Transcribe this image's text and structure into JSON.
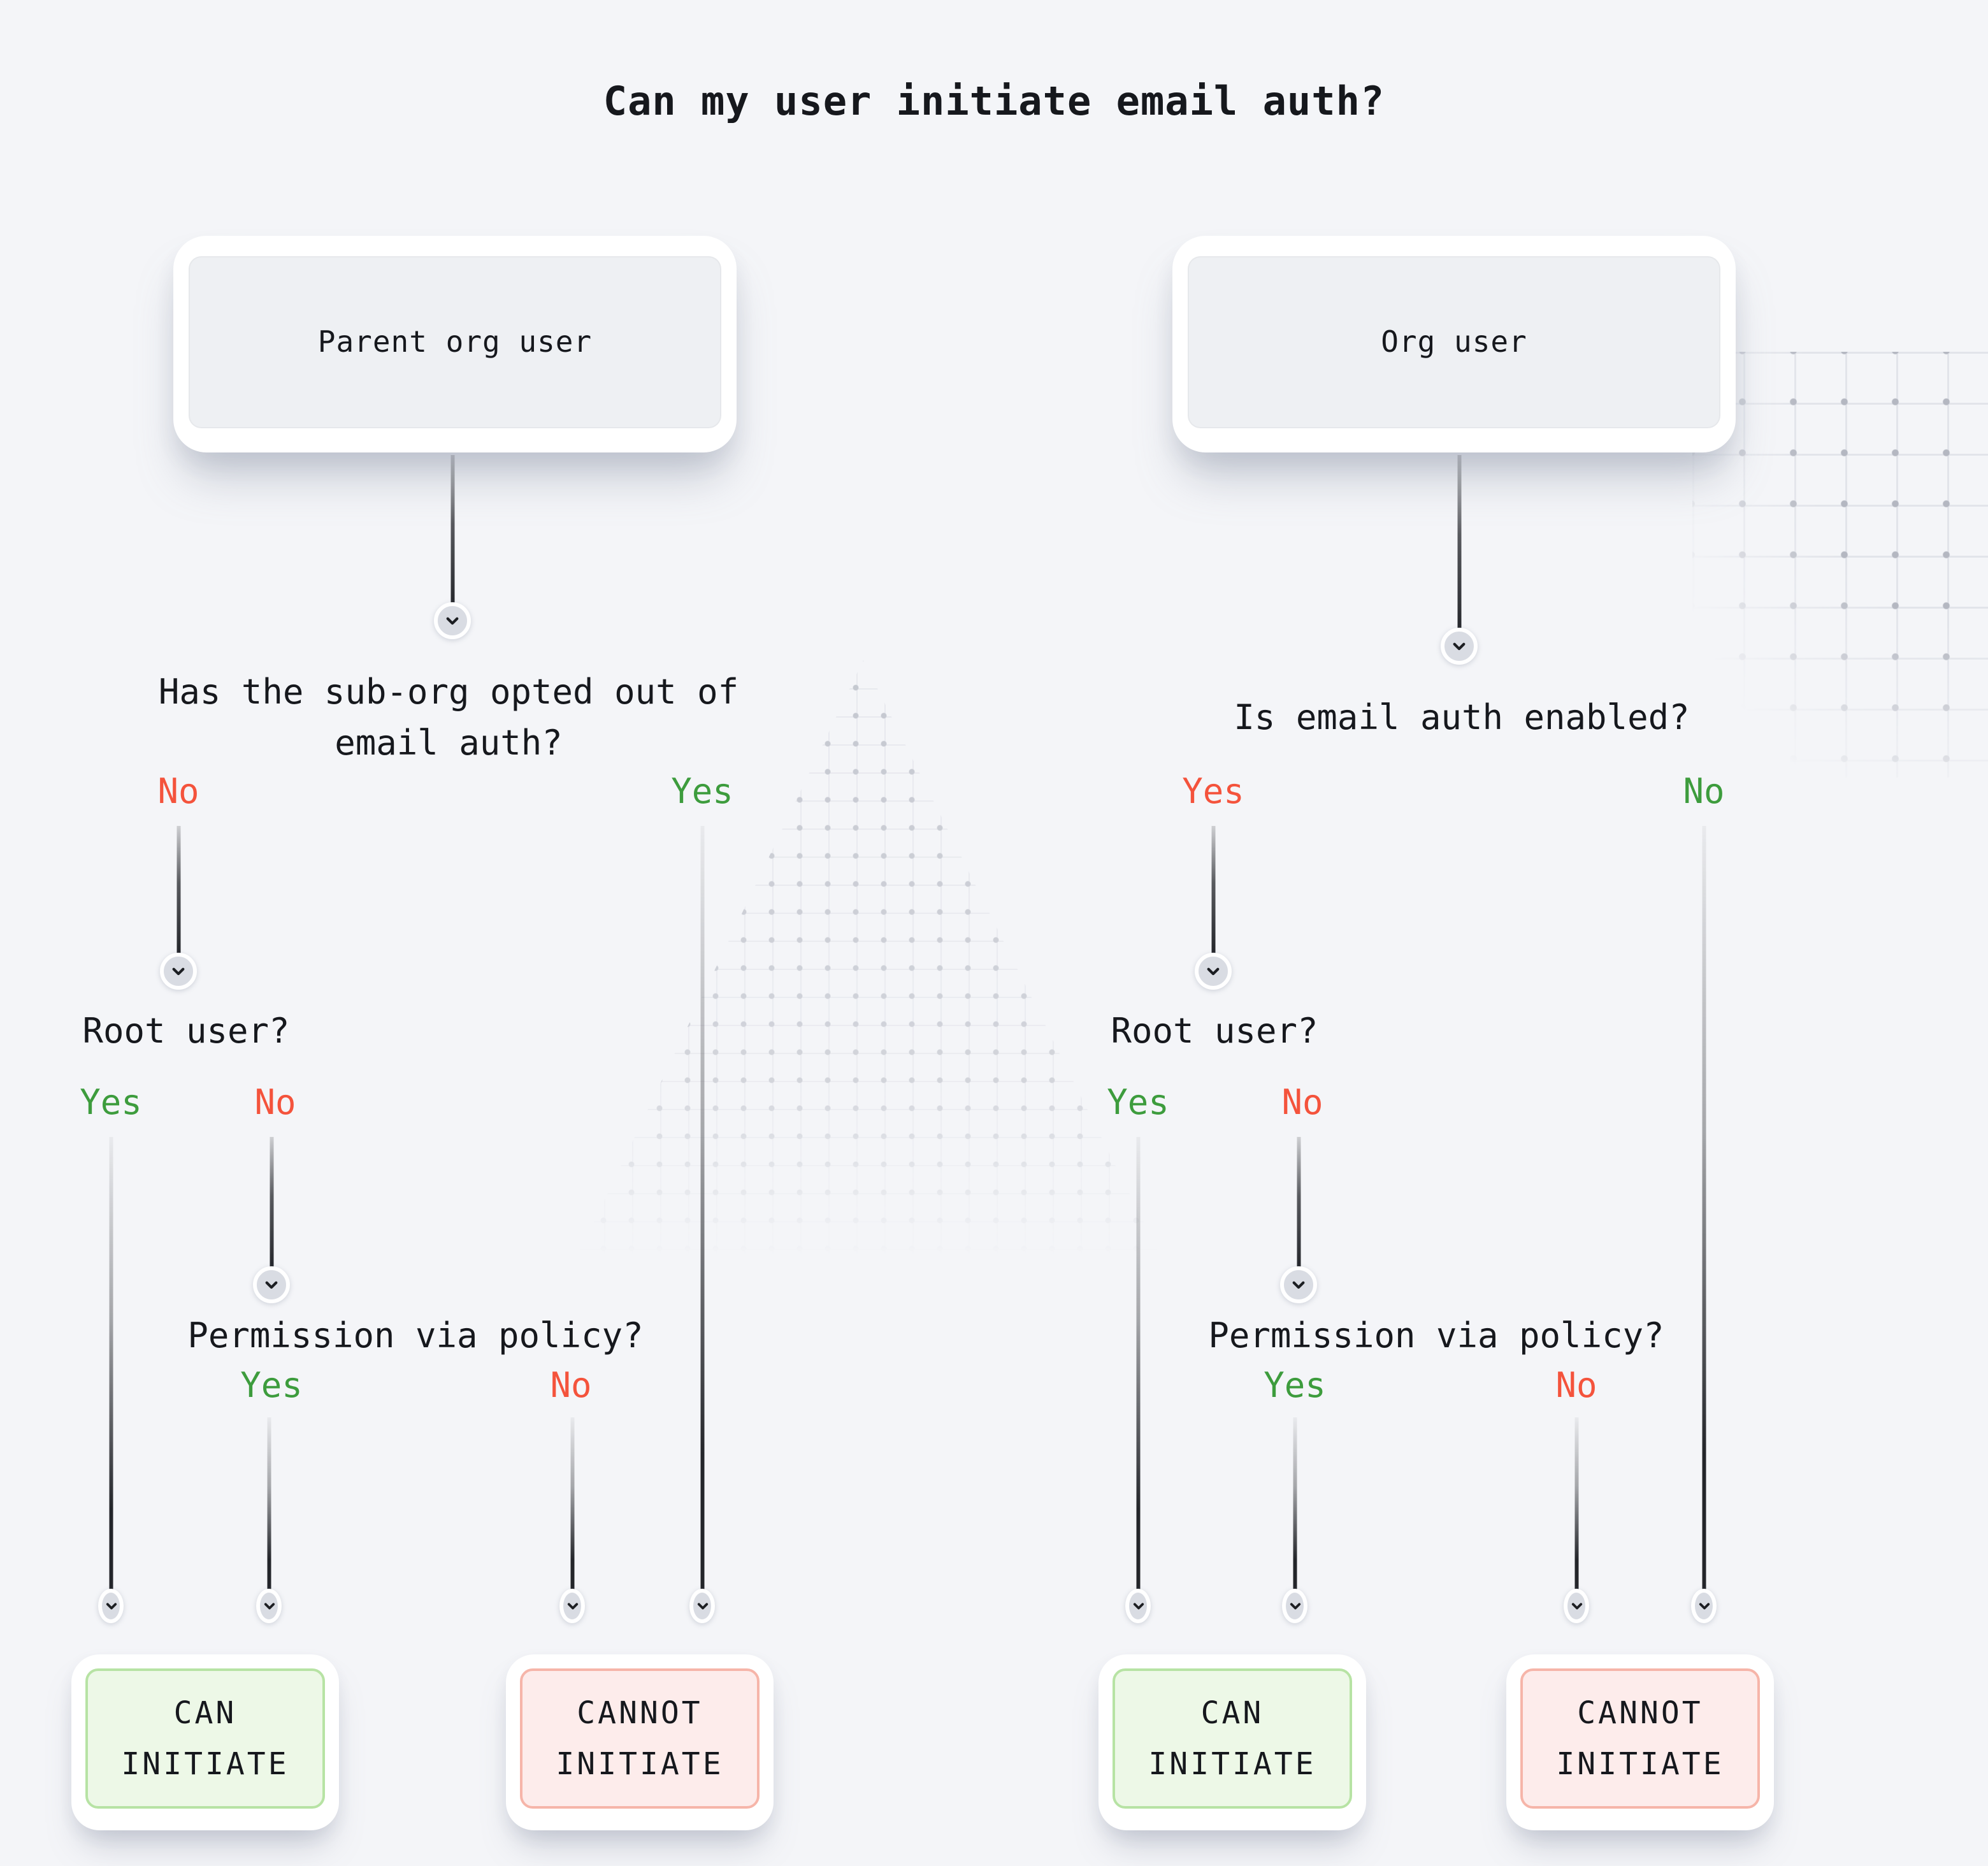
{
  "title": "Can my user initiate email auth?",
  "colors": {
    "background": "#f4f5f8",
    "text": "#16181d",
    "yes_green": "#3d9c3d",
    "no_red": "#f4533c",
    "line": "#23252a",
    "can_bg": "#edf8e7",
    "can_border": "#b7e3a4",
    "cannot_bg": "#fdeceb",
    "cannot_border": "#f6b5a9"
  },
  "left": {
    "card": "Parent org user",
    "q1": {
      "text": "Has the sub-org opted out of email auth?",
      "answers": [
        {
          "label": "No",
          "color": "red"
        },
        {
          "label": "Yes",
          "color": "green"
        }
      ]
    },
    "q2": {
      "text": "Root user?",
      "answers": [
        {
          "label": "Yes",
          "color": "green"
        },
        {
          "label": "No",
          "color": "red"
        }
      ]
    },
    "q3": {
      "text": "Permission via policy?",
      "answers": [
        {
          "label": "Yes",
          "color": "green"
        },
        {
          "label": "No",
          "color": "red"
        }
      ]
    },
    "outcomes": [
      {
        "label": "CAN INITIATE",
        "kind": "can"
      },
      {
        "label": "CANNOT INITIATE",
        "kind": "cannot"
      }
    ]
  },
  "right": {
    "card": "Org user",
    "q1": {
      "text": "Is email auth enabled?",
      "answers": [
        {
          "label": "Yes",
          "color": "red"
        },
        {
          "label": "No",
          "color": "green"
        }
      ]
    },
    "q2": {
      "text": "Root user?",
      "answers": [
        {
          "label": "Yes",
          "color": "green"
        },
        {
          "label": "No",
          "color": "red"
        }
      ]
    },
    "q3": {
      "text": "Permission via policy?",
      "answers": [
        {
          "label": "Yes",
          "color": "green"
        },
        {
          "label": "No",
          "color": "red"
        }
      ]
    },
    "outcomes": [
      {
        "label": "CAN INITIATE",
        "kind": "can"
      },
      {
        "label": "CANNOT INITIATE",
        "kind": "cannot"
      }
    ]
  }
}
